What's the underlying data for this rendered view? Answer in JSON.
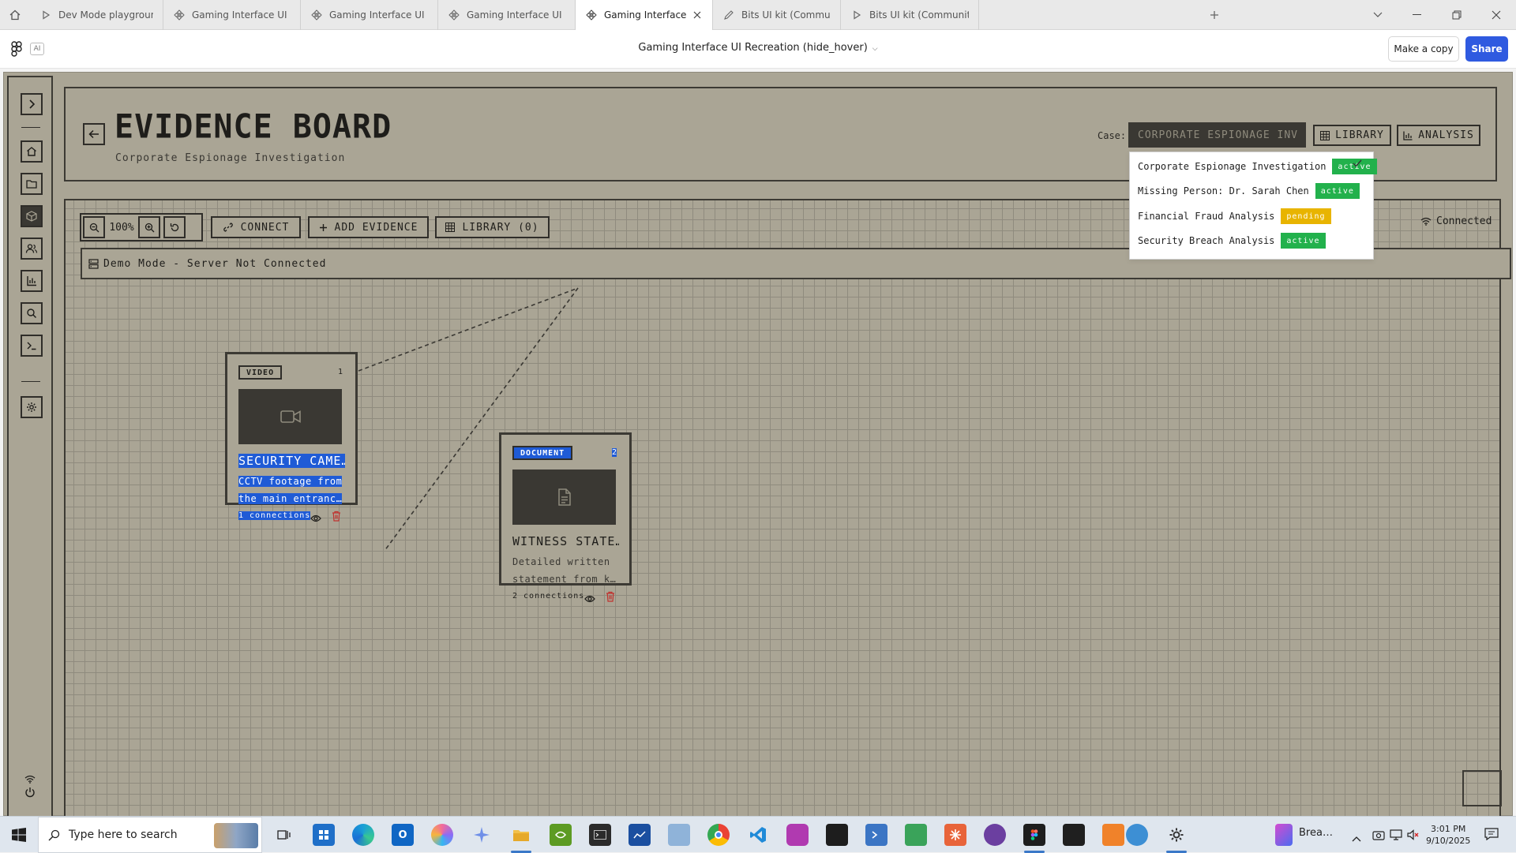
{
  "browser": {
    "tabs": [
      {
        "label": "Dev Mode playground (Commu",
        "icon": "play-icon",
        "active": false
      },
      {
        "label": "Gaming Interface UI Recreation",
        "icon": "figma-component-icon",
        "active": false
      },
      {
        "label": "Gaming Interface UI Recreation",
        "icon": "figma-component-icon",
        "active": false
      },
      {
        "label": "Gaming Interface UI Recreation",
        "icon": "figma-component-icon",
        "active": false
      },
      {
        "label": "Gaming Interface UI Recrea",
        "icon": "figma-component-icon",
        "active": true
      },
      {
        "label": "Bits UI kit (Community)",
        "icon": "pen-icon",
        "active": false
      },
      {
        "label": "Bits UI kit (Community) - Overv",
        "icon": "play-icon",
        "active": false
      }
    ]
  },
  "figma": {
    "ai_label": "AI",
    "file_title": "Gaming Interface UI Recreation (hide_hover)",
    "make_copy": "Make a copy",
    "share": "Share"
  },
  "header": {
    "title": "EVIDENCE BOARD",
    "subtitle": "Corporate Espionage Investigation",
    "case_label": "Case:",
    "case_value": "CORPORATE ESPIONAGE INV",
    "library": "LIBRARY",
    "analysis": "ANALYSIS"
  },
  "case_dropdown": [
    {
      "label": "Corporate Espionage Investigation",
      "status": "active",
      "selected": true
    },
    {
      "label": "Missing Person: Dr. Sarah Chen",
      "status": "active",
      "selected": false
    },
    {
      "label": "Financial Fraud Analysis",
      "status": "pending",
      "selected": false
    },
    {
      "label": "Security Breach Analysis",
      "status": "active",
      "selected": false
    }
  ],
  "status_colors": {
    "active": "#22b14c",
    "pending": "#e8b400"
  },
  "toolbar": {
    "zoom": "100%",
    "connect": "CONNECT",
    "add_evidence": "ADD EVIDENCE",
    "library": "LIBRARY (0)"
  },
  "connection_status": "Connected",
  "status_message": "Demo Mode - Server Not Connected",
  "evidence": [
    {
      "type": "VIDEO",
      "number": "1",
      "icon": "video-camera-icon",
      "title": "SECURITY CAME…",
      "description_1": "CCTV footage from",
      "description_2": "the main entranc…",
      "connections": "1 connections"
    },
    {
      "type": "DOCUMENT",
      "number": "2",
      "icon": "document-icon",
      "title": "WITNESS STATE…",
      "description_1": "Detailed written",
      "description_2": "statement from k…",
      "connections": "2 connections"
    }
  ],
  "taskbar": {
    "search_placeholder": "Type here to search",
    "weather": "Brea…",
    "time": "3:01 PM",
    "date": "9/10/2025"
  },
  "colors": {
    "board_bg": "#aaa595",
    "ink": "#2f2d29",
    "selection": "#1f5bd6",
    "share_button": "#2f5ae0"
  }
}
